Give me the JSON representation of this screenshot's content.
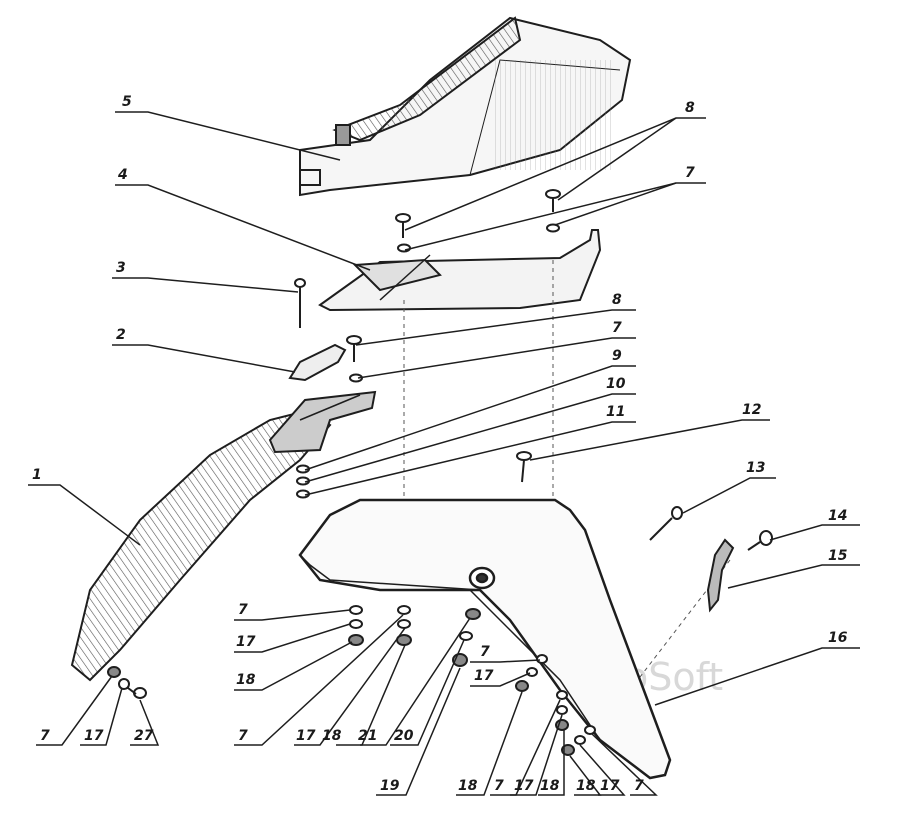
{
  "watermark": "AutoSoft",
  "callouts": [
    "5",
    "4",
    "3",
    "2",
    "1",
    "8",
    "7",
    "8",
    "7",
    "9",
    "10",
    "11",
    "12",
    "13",
    "14",
    "15",
    "16",
    "7",
    "17",
    "18",
    "7",
    "17",
    "27",
    "7",
    "17",
    "18",
    "21",
    "20",
    "19",
    "7",
    "17",
    "18",
    "7",
    "17",
    "18",
    "18",
    "17",
    "7"
  ],
  "colors": {
    "ink": "#1e1e1e",
    "paper": "#ffffff",
    "shade": "#6e6e6e"
  }
}
